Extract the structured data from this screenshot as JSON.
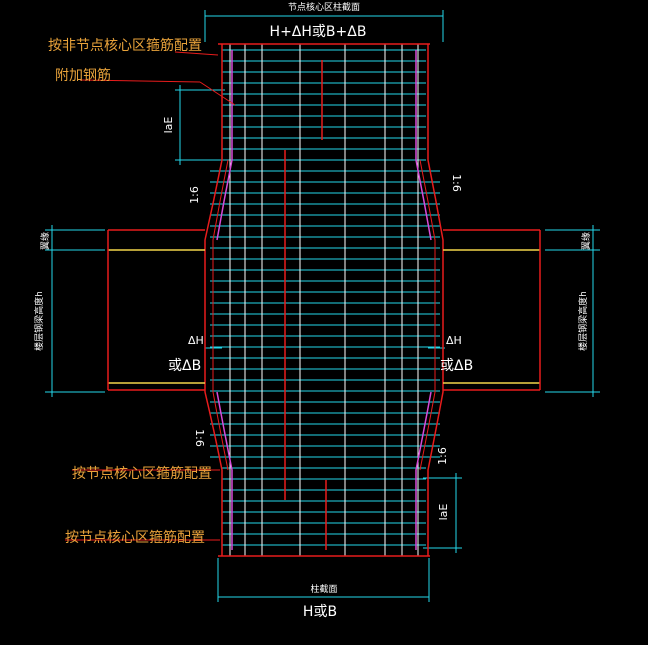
{
  "labels": {
    "top_title": "节点核心区柱截面",
    "top_dim": "H+ΔH或B+ΔB",
    "non_core_stirrup": "按非节点核心区箍筋配置",
    "extra_rebar": "附加钢筋",
    "lae_left": "laE",
    "lae_right": "laE",
    "slope_ul": "1:6",
    "slope_ur": "1:6",
    "slope_ll": "1:6",
    "slope_lr": "1:6",
    "flange_left": "翼缘",
    "flange_right": "翼缘",
    "beam_height_left": "楼层钢梁高度h",
    "beam_height_right": "楼层钢梁高度h",
    "dh_left": "ΔH",
    "db_left": "或ΔB",
    "dh_right": "ΔH",
    "db_right": "或ΔB",
    "core_stirrup_1": "按节点核心区箍筋配置",
    "core_stirrup_2": "按节点核心区箍筋配置",
    "bottom_title": "柱截面",
    "bottom_dim": "H或B"
  },
  "colors": {
    "background": "#000000",
    "red": "#e81c1c",
    "cyan": "#24d7ea",
    "white": "#ffffff",
    "yellow": "#f2d64b",
    "magenta": "#d84ad8",
    "label": "#e8a23a"
  }
}
